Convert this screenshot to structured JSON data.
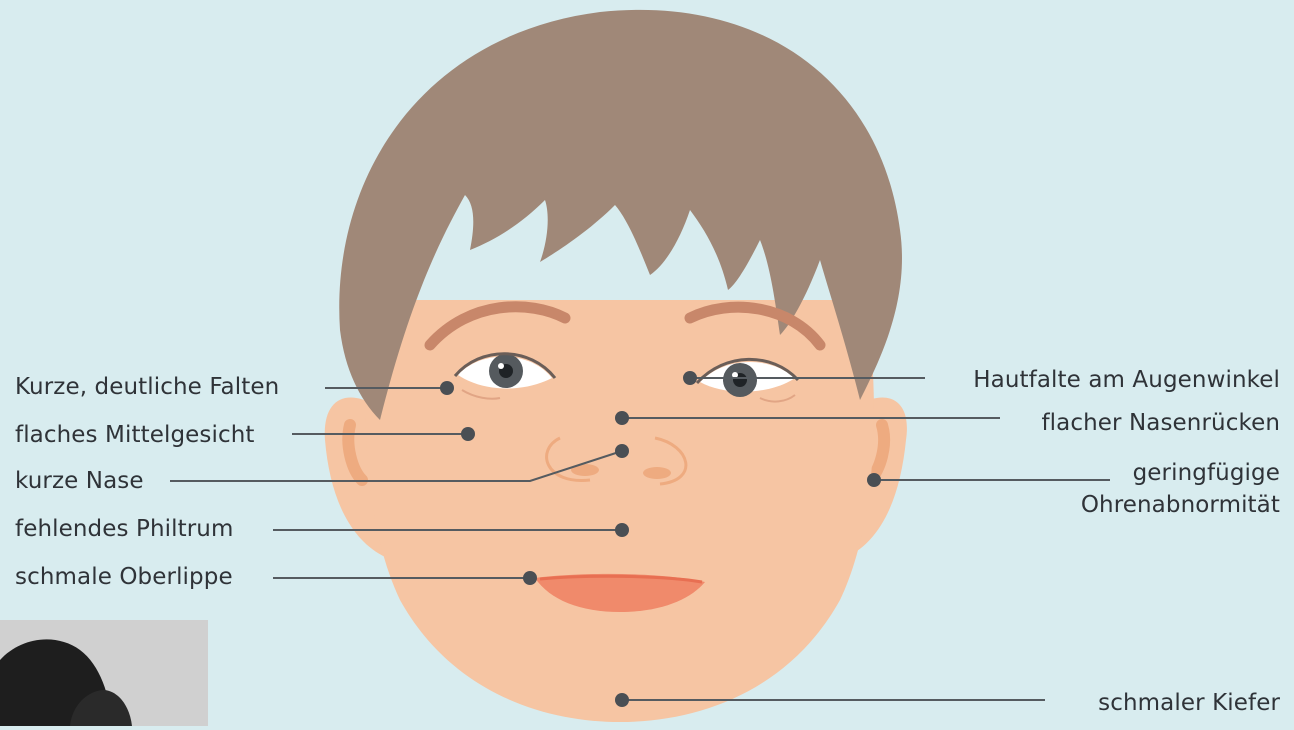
{
  "diagram": {
    "colors": {
      "background": "#d8ecef",
      "hair": "#a08878",
      "skin": "#f6c5a3",
      "skin_shadow": "#eeab80",
      "lips": "#f08a6b",
      "eyebrow": "#c8876a",
      "iris": "#555a5e",
      "leader": "#555b60"
    },
    "labels": {
      "falten": "Kurze, deutliche Falten",
      "mittelgesicht": "flaches Mittelgesicht",
      "nase": "kurze Nase",
      "philtrum": "fehlendes Philtrum",
      "oberlippe": "schmale Oberlippe",
      "augenwinkel": "Hautfalte am Augenwinkel",
      "nasenruecken": "flacher Nasenrücken",
      "ohren_line1": "geringfügige",
      "ohren_line2": "Ohrenabnormität",
      "kiefer": "schmaler Kiefer"
    }
  }
}
